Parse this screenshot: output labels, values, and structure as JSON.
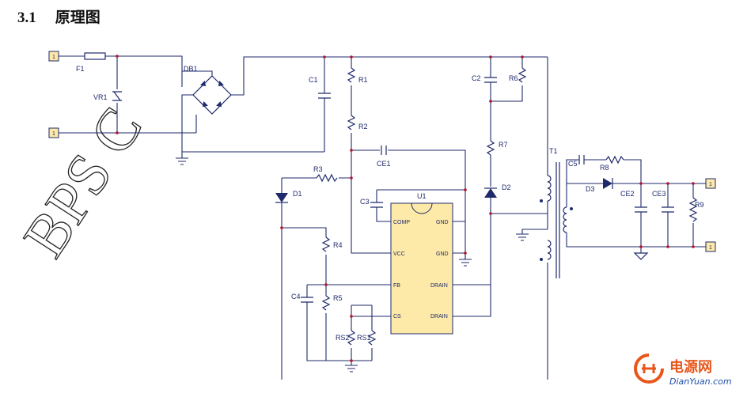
{
  "header": {
    "number": "3.1",
    "title": "原理图"
  },
  "watermark": {
    "text": "BPS C"
  },
  "labels": {
    "F1": "F1",
    "VR1": "VR1",
    "DB1": "DB1",
    "C1": "C1",
    "R1": "R1",
    "R2": "R2",
    "C2": "C2",
    "R6": "R6",
    "R7": "R7",
    "D2": "D2",
    "CE1": "CE1",
    "R3": "R3",
    "D1": "D1",
    "C3": "C3",
    "U1": "U1",
    "R4": "R4",
    "C4": "C4",
    "R5": "R5",
    "RS2": "RS2",
    "RS1": "RS1",
    "T1": "T1",
    "C5": "C5",
    "R8": "R8",
    "D3": "D3",
    "CE2": "CE2",
    "CE3": "CE3",
    "R9": "R9"
  },
  "ic_pins": {
    "comp": "COMP",
    "gnd1": "GND",
    "vcc": "VCC",
    "gnd2": "GND",
    "fb": "FB",
    "drain1": "DRAIN",
    "cs": "CS",
    "drain2": "DRAIN"
  },
  "connectors": {
    "in1": "1",
    "in2": "1",
    "out1": "1",
    "out2": "1"
  },
  "logo": {
    "cn": "电源网",
    "en": "DianYuan.com"
  },
  "colors": {
    "wire": "#1f2a6b",
    "node": "#b0122f",
    "ic_fill": "#fde9a8",
    "connector_fill": "#fde9a8",
    "logo_orange": "#e8561a",
    "logo_blue": "#1f4ea8"
  }
}
